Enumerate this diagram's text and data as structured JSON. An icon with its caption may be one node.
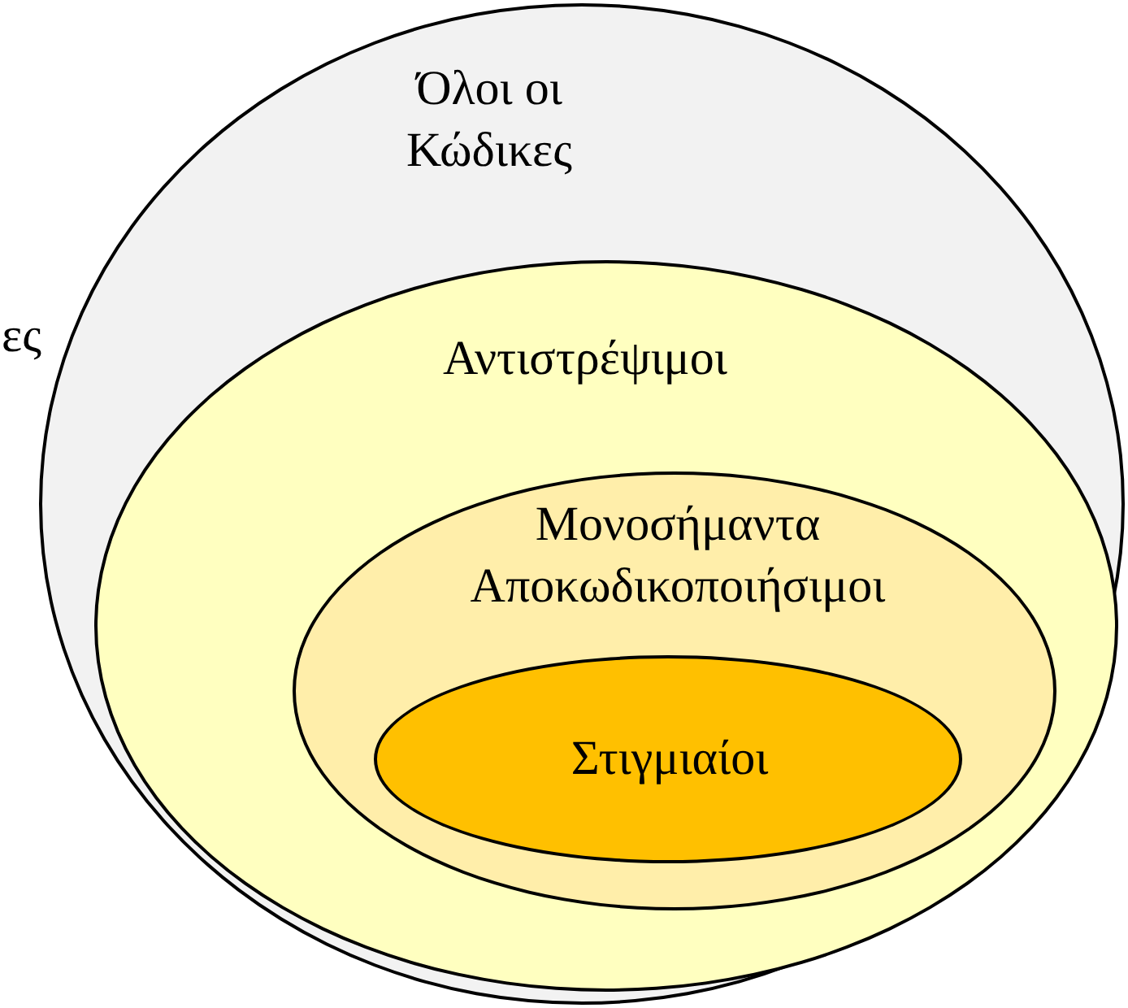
{
  "diagram": {
    "nodes": [
      {
        "text": [
          "Όλοι οι Κώδικες"
        ]
      },
      {
        "text": [
          "Αντιστρέψιμοι"
        ],
        "in": 0
      },
      {
        "text": [
          "Μονοσήμαντα Αποκωδικοποιήσιμοι"
        ],
        "in": 1
      },
      {
        "text": [
          "Στιγμιαίοι"
        ],
        "in": 2
      }
    ],
    "labels": [
      "ες"
    ]
  }
}
